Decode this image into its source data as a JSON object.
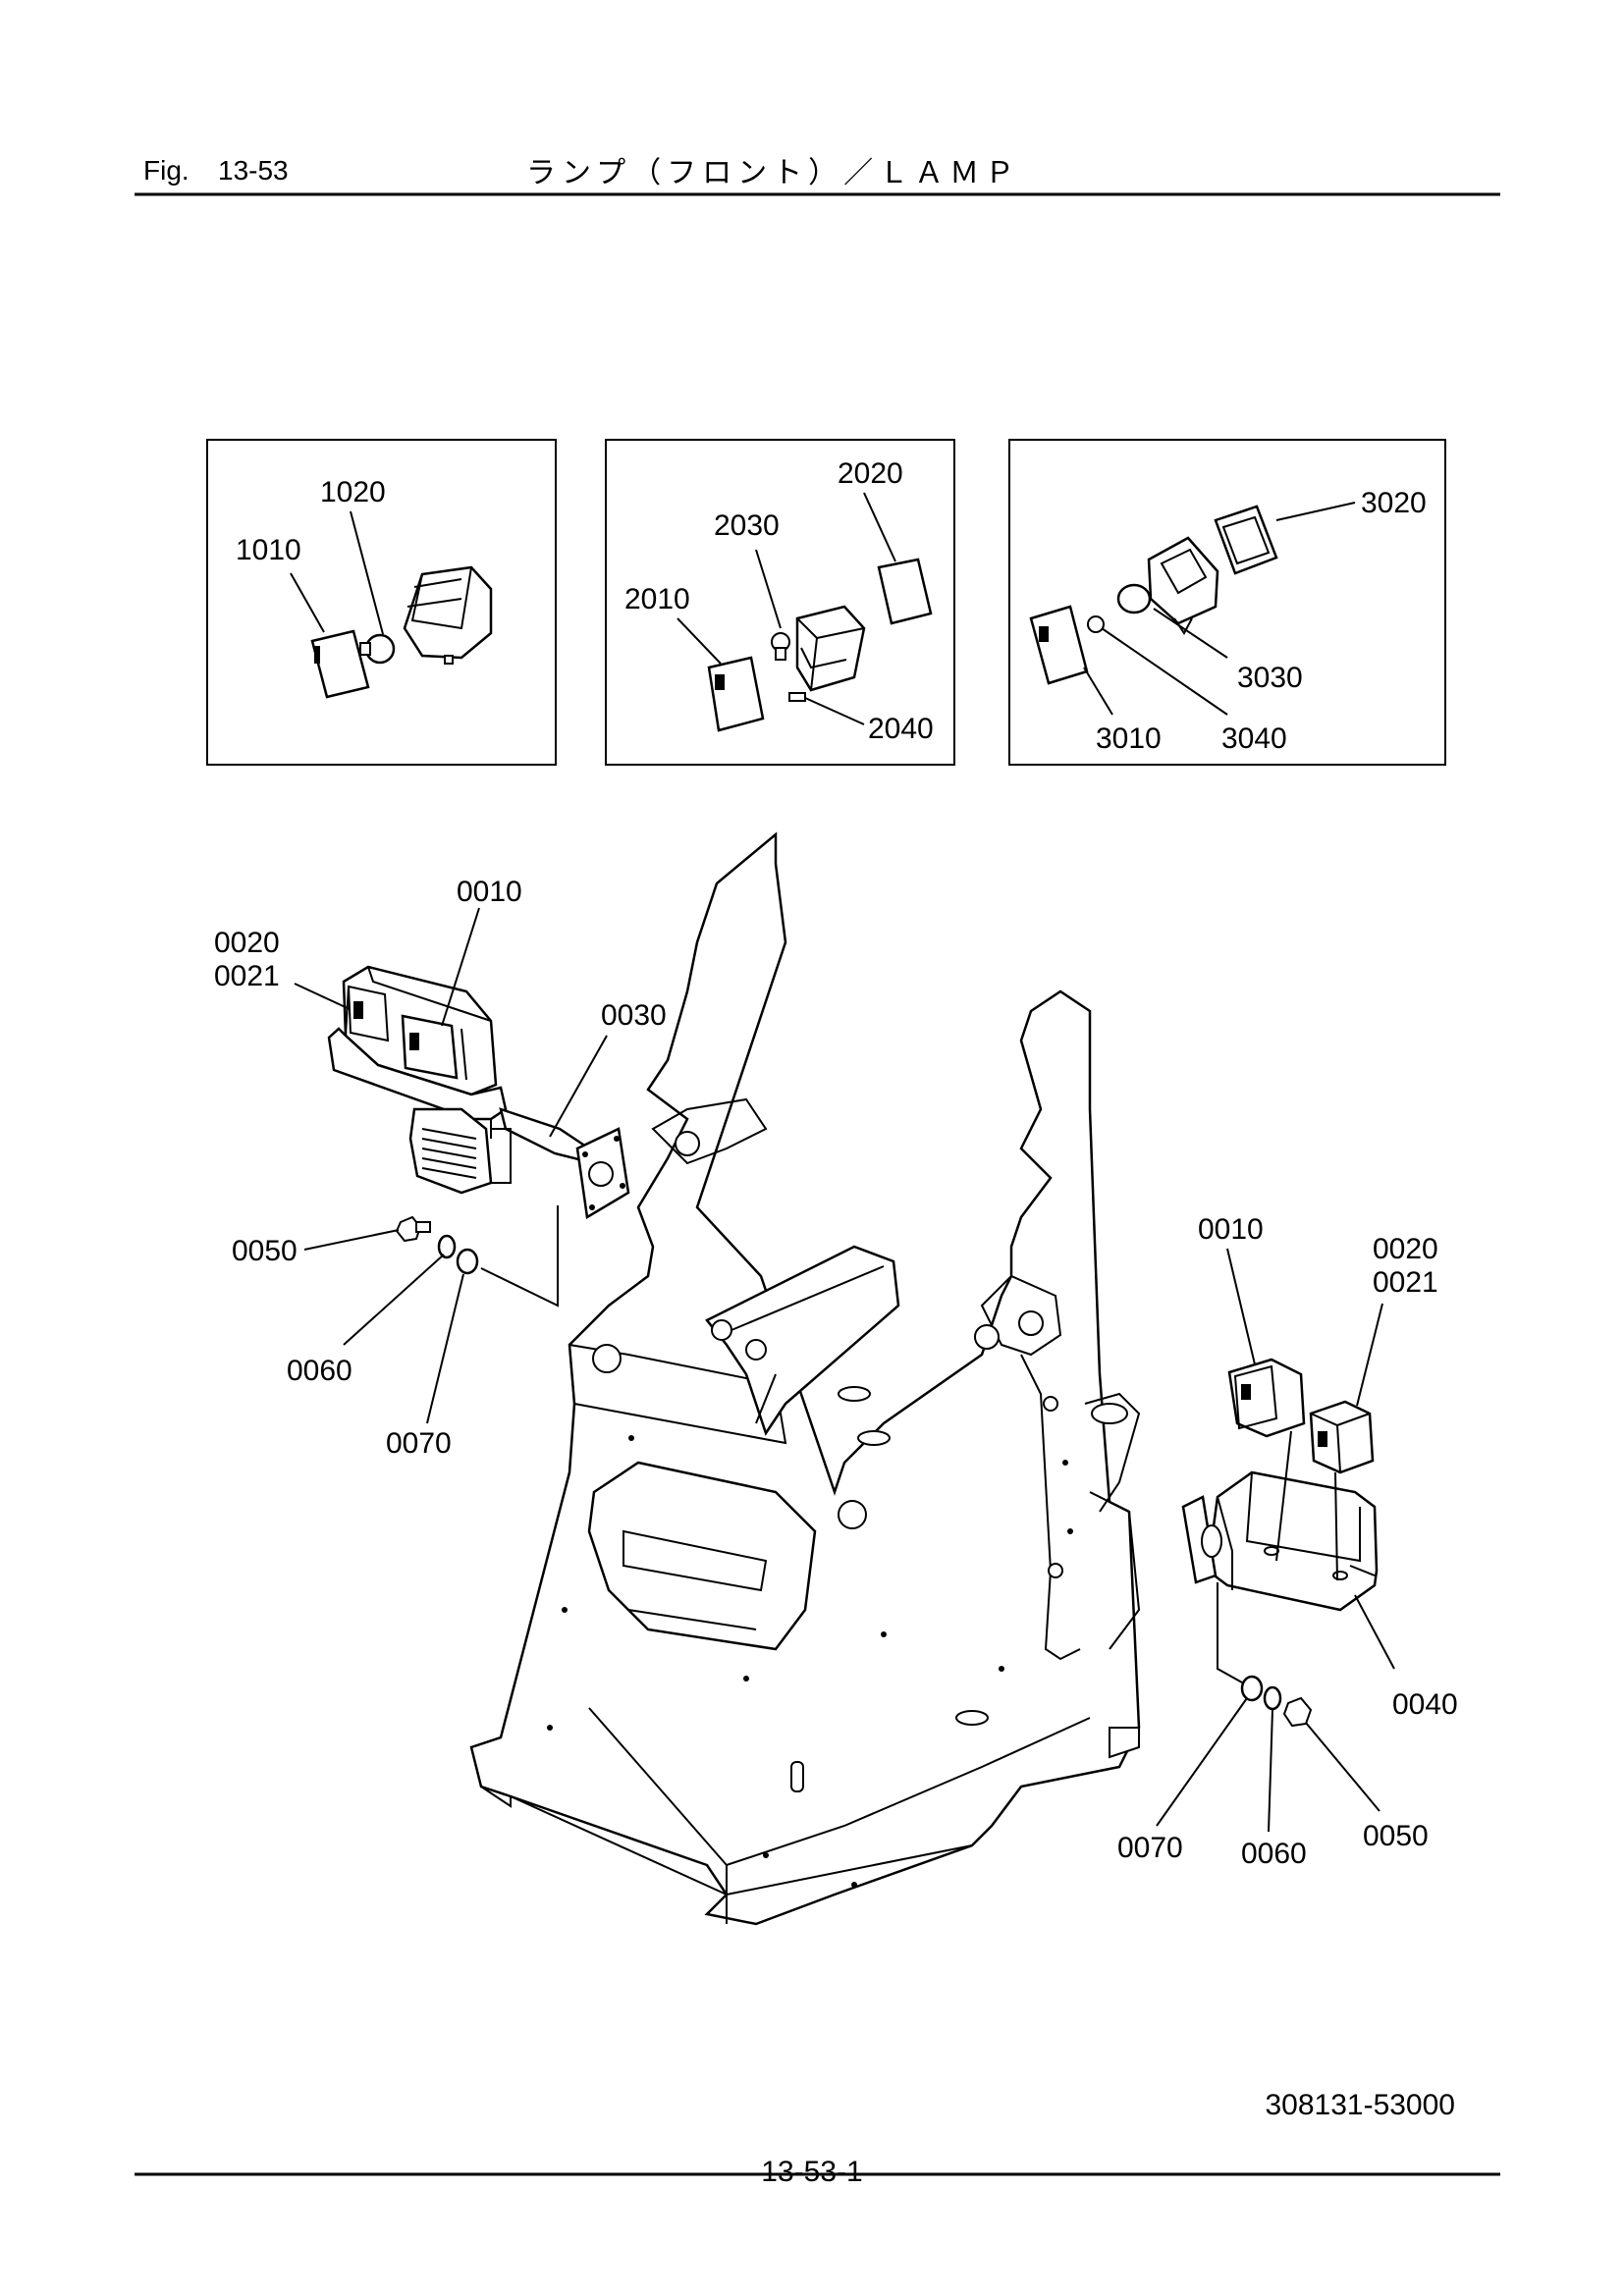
{
  "header": {
    "fig_label": "Fig.",
    "fig_number": "13-53",
    "title": "ランプ（フロント）／ＬＡＭＰ"
  },
  "insets": [
    {
      "id": "inset-1",
      "labels": [
        "1010",
        "1020"
      ]
    },
    {
      "id": "inset-2",
      "labels": [
        "2010",
        "2020",
        "2030",
        "2040"
      ]
    },
    {
      "id": "inset-3",
      "labels": [
        "3010",
        "3020",
        "3030",
        "3040"
      ]
    }
  ],
  "callouts": {
    "l1010": "1010",
    "l1020": "1020",
    "l2010": "2010",
    "l2020": "2020",
    "l2030": "2030",
    "l2040": "2040",
    "l3010": "3010",
    "l3020": "3020",
    "l3030": "3030",
    "l3040": "3040",
    "left_0010": "0010",
    "left_0020": "0020",
    "left_0021": "0021",
    "left_0030": "0030",
    "left_0050": "0050",
    "left_0060": "0060",
    "left_0070": "0070",
    "right_0010": "0010",
    "right_0020": "0020",
    "right_0021": "0021",
    "right_0040": "0040",
    "right_0050": "0050",
    "right_0060": "0060",
    "right_0070": "0070"
  },
  "footer": {
    "doc_code": "308131-53000",
    "page_number": "13-53-1"
  }
}
